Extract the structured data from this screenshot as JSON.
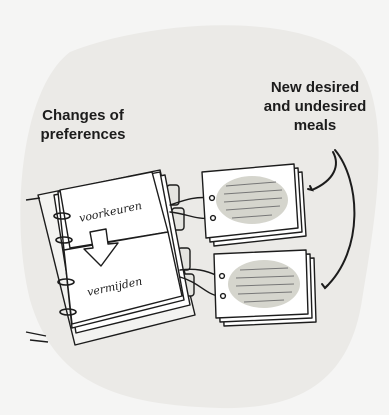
{
  "labels": {
    "preferences": [
      "Changes of",
      "preferences"
    ],
    "meals": [
      "New desired",
      "and undesired",
      "meals"
    ]
  },
  "binder_tabs": {
    "top": "voorkeuren",
    "bottom": "vermijden"
  },
  "colors": {
    "background": "#f5f5f4",
    "blob": "#ebeae7",
    "ink": "#1c1c1c",
    "card_oval": "#d5d5cd",
    "paper": "#ffffff"
  }
}
